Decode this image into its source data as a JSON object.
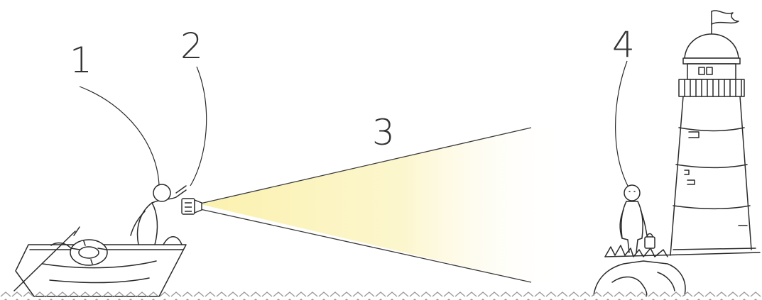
{
  "labels": {
    "one": "1",
    "two": "2",
    "three": "3",
    "four": "4"
  },
  "colors": {
    "ink": "#2a2a2a",
    "beam": "#fbf3b8",
    "beam_fade": "#ffffff",
    "number": "#333333"
  },
  "icons": {
    "sender": "person-on-boat",
    "flashlight": "flashlight-icon",
    "receiver": "person-on-rock",
    "lighthouse": "lighthouse-icon",
    "sea": "wave-pattern"
  }
}
